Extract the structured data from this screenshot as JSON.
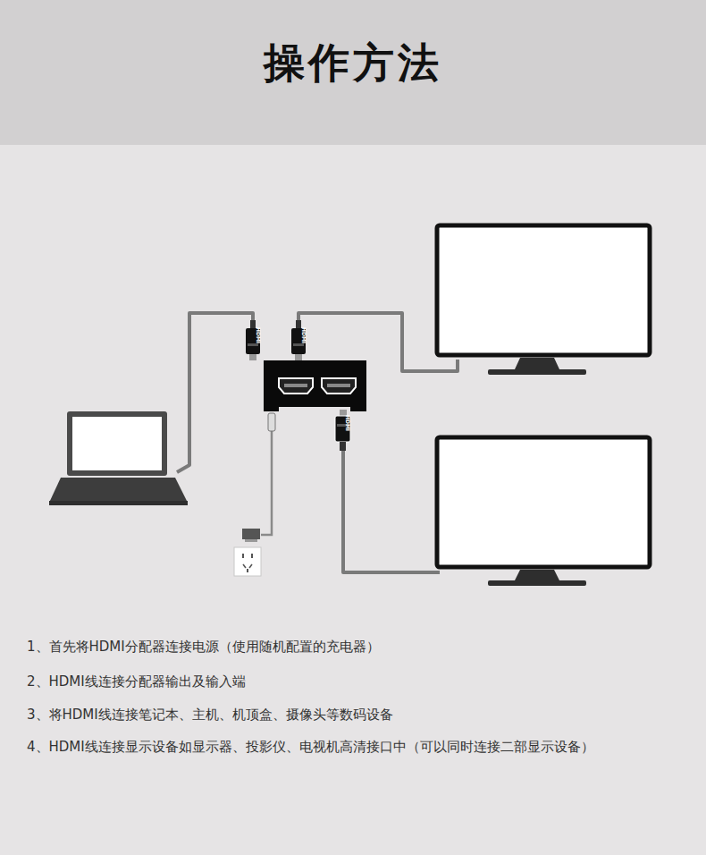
{
  "diagram": {
    "title": "操作方法",
    "labels": [
      "HDMI",
      "HDMI",
      "HDMI",
      "1、首先将HDMI分配器连接电源（使用随机配置的充电器）",
      "2、HDMI线连接分配器输出及输入端",
      "3、将HDMI线连接笔记本、主机、机顶盒、摄像头等数码设备",
      "4、HDMI线连接显示设备如显示器、投影仪、电视机高清接口中（可以同时连接二部显示设备）"
    ]
  }
}
